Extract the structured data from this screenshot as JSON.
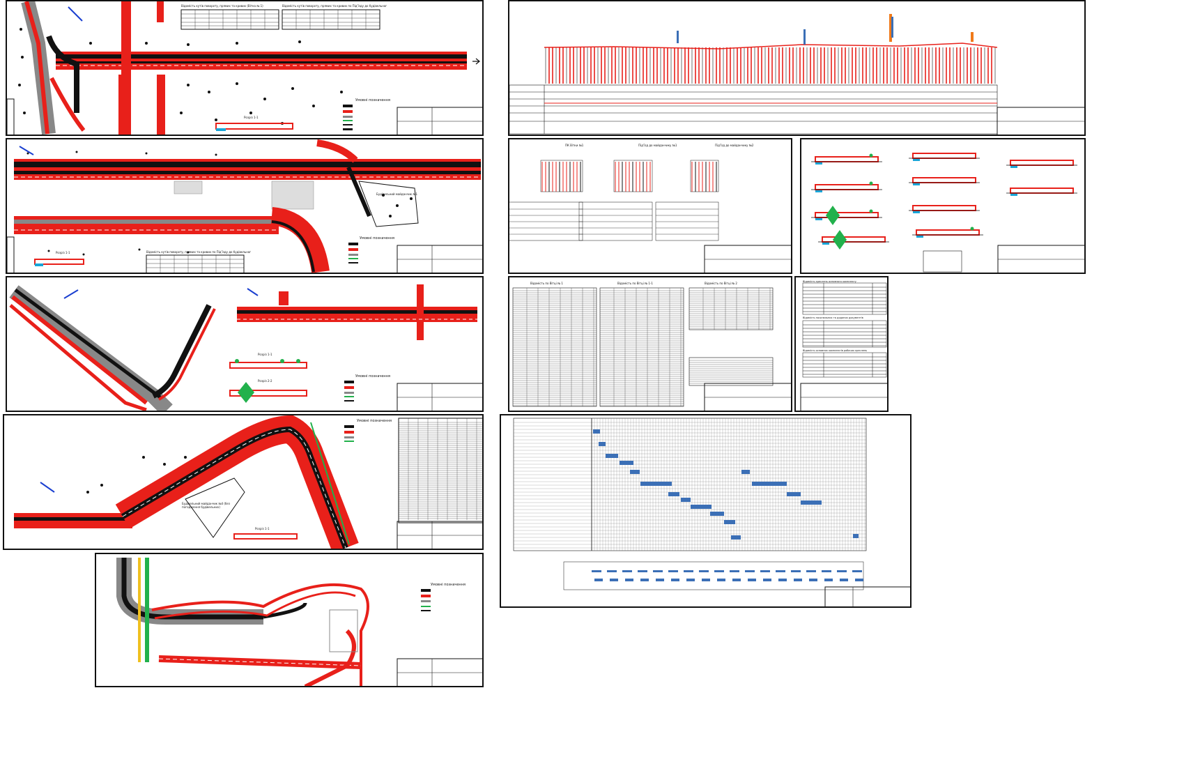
{
  "sheets": [
    {
      "id": "plan-1",
      "title": "Відомість кутів повороту, прямих та кривих (Вітка № 1)",
      "title2": "Відомість кутів повороту, прямих та кривих по Під'їзду до будівельного майданчику №1",
      "legend_title": "Умовні позначення",
      "section_label": "Розріз 1-1"
    },
    {
      "id": "plan-2",
      "title": "Відомість кутів повороту, прямих та кривих по Під'їзду до будівельного майданчику №1",
      "legend_title": "Умовні позначення",
      "section_label": "Розріз 1-1",
      "note": "Будівельний майданчик №1"
    },
    {
      "id": "plan-3",
      "legend_title": "Умовні позначення",
      "section_label": "Розріз 1-1",
      "section_label2": "Розріз 2-2"
    },
    {
      "id": "plan-4",
      "legend_title": "Умовні позначення",
      "section_label": "Розріз 1-1",
      "note": "Будівельний майданчик №4 (без погодження будівельних)"
    },
    {
      "id": "plan-5",
      "legend_title": "Умовні позначення"
    },
    {
      "id": "profile-long",
      "title": "Поздовжній профіль"
    },
    {
      "id": "profiles-small",
      "titles": [
        "ПК Вітки №1",
        "Під'їзд до майданчику №1",
        "Під'їзд до майданчику №2"
      ]
    },
    {
      "id": "cross-sections",
      "titles": [
        "Тип 1",
        "Тип 2",
        "Тип 3",
        "Тип 4",
        "Тип 5",
        "Тип 6",
        "Тип 7",
        "Тип 8",
        "Тип 9"
      ]
    },
    {
      "id": "tables",
      "titles": [
        "Відомість по Вітці № 1",
        "Відомість по Вітці № 1-1",
        "Відомість по Вітці № 2"
      ]
    },
    {
      "id": "sheet-index",
      "titles": [
        "Відомість креслень основного комплекту",
        "Відомість посилальних та доданих документів",
        "Відомість основних комплектів робочих креслень"
      ]
    },
    {
      "id": "gantt",
      "title": "Календарний графік"
    }
  ],
  "colors": {
    "road_red": "#e8201a",
    "road_black": "#111111",
    "gantt_blue": "#3b6fb6",
    "green": "#22b14c",
    "orange": "#f07a1a"
  }
}
